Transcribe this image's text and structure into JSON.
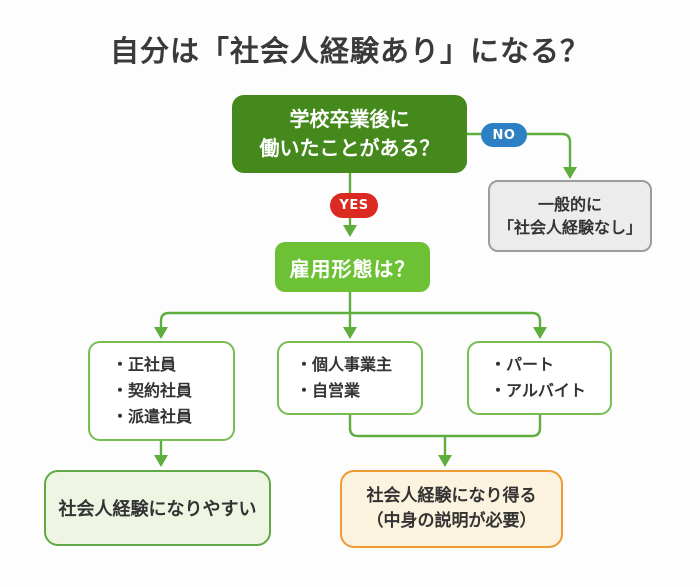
{
  "title": "自分は「社会人経験あり」になる？",
  "flow": {
    "q1_lines": [
      "学校卒業後に",
      "働いたことがある？"
    ],
    "no_label": "NO",
    "yes_label": "YES",
    "no_result_lines": [
      "一般的に",
      "「社会人経験なし」"
    ],
    "q2_label": "雇用形態は？",
    "branches": [
      {
        "items": [
          "・正社員",
          "・契約社員",
          "・派遣社員"
        ]
      },
      {
        "items": [
          "・個人事業主",
          "・自営業"
        ]
      },
      {
        "items": [
          "・パート",
          "・アルバイト"
        ]
      }
    ],
    "result_likely": "社会人経験になりやすい",
    "result_possible_lines": [
      "社会人経験になり得る",
      "（中身の説明が必要）"
    ]
  },
  "colors": {
    "question_dark_green": "#45891c",
    "question_light_green": "#6cc135",
    "connector_green": "#5fad3c",
    "branch_border_green": "#77bd52",
    "result_green_bg": "#eef5e3",
    "result_green_border": "#61a945",
    "result_orange_bg": "#fcf3de",
    "result_orange_border": "#ee9b32",
    "neutral_bg": "#ececec",
    "neutral_border": "#9c9c9c",
    "no_blue": "#2c80c3",
    "yes_red": "#da2a21",
    "text_dark": "#333333",
    "background": "#fdfdfd"
  }
}
